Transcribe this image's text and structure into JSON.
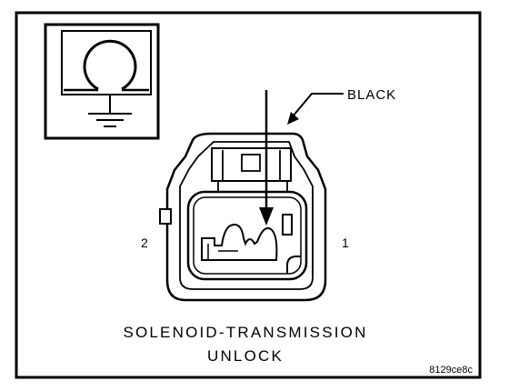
{
  "diagram": {
    "callout_label": "BLACK",
    "pin_left": "2",
    "pin_right": "1",
    "title_line1": "SOLENOID-TRANSMISSION",
    "title_line2": "UNLOCK",
    "code": "8129ce8c",
    "icon": "solenoid-ground-symbol-icon",
    "line_color": "#000000",
    "background": "#ffffff"
  }
}
